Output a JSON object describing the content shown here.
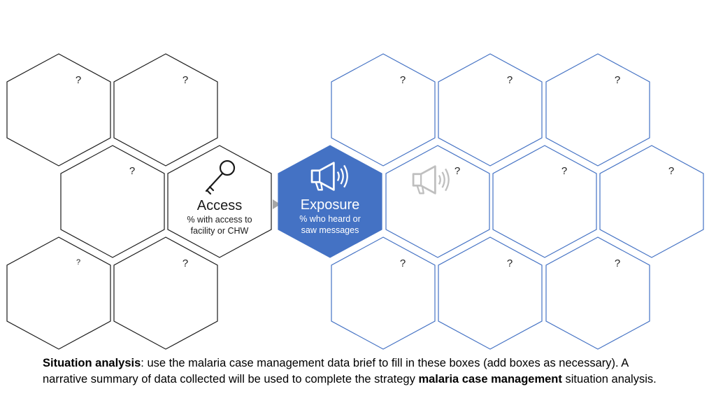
{
  "colors": {
    "black_outline": "#1a1a1a",
    "blue_outline": "#4472c4",
    "exposure_fill": "#4472c4",
    "arrow": "#a6a6a6",
    "faded_icon": "#bfbfbf"
  },
  "hexagons": {
    "placeholder": "?"
  },
  "access": {
    "title": "Access",
    "subtitle_line1": "% with access to",
    "subtitle_line2": "facility or CHW",
    "icon": "key-icon"
  },
  "exposure": {
    "title": "Exposure",
    "subtitle_line1": "% who heard or",
    "subtitle_line2": "saw messages",
    "icon": "megaphone-icon"
  },
  "caption": {
    "lead_bold": "Situation analysis",
    "text1": ": use the malaria case management data brief to fill in these boxes (add boxes as necessary). A narrative summary of data collected will be used to complete the strategy ",
    "bold2": "malaria case management",
    "text2": " situation analysis."
  }
}
